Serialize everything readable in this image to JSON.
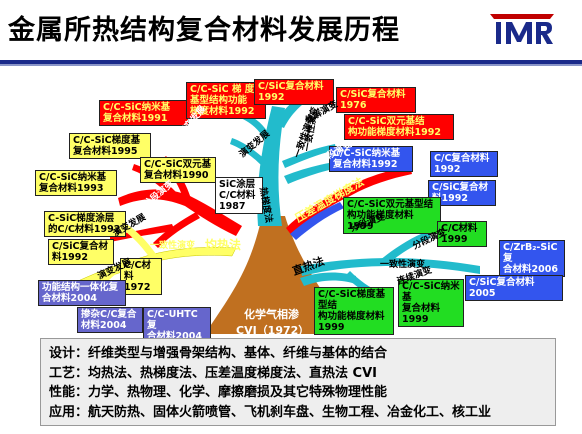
{
  "title": "金属所热结构复合材料发展历程",
  "logo": {
    "text": "IMR"
  },
  "root": {
    "label": "化学气相渗",
    "sub": "CVI（1972）"
  },
  "boxes": [
    {
      "text": "C/C-SiC纳米基\n复合材料1991",
      "color": "red"
    },
    {
      "text": "C/C-SiC 梯 度\n基型结构功能\n梯度材料1992",
      "color": "red"
    },
    {
      "text": "C/SiC复合材料\n1992",
      "color": "red"
    },
    {
      "text": "C/SiC复合材料\n1976",
      "color": "red"
    },
    {
      "text": "C/C-SiC双元基结\n构功能梯度材料1992",
      "color": "red"
    },
    {
      "text": "C/C-SiC梯度基\n复合材料1995",
      "color": "yellow"
    },
    {
      "text": "C/C-SiC纳米基\n复合材料1993",
      "color": "yellow"
    },
    {
      "text": "C/C-SiC双元基\n复合材料1990",
      "color": "yellow"
    },
    {
      "text": "SiC涂层\nC/C材料\n1987",
      "color": "white"
    },
    {
      "text": "C/C-SiC纳米基\n复合材料1992",
      "color": "blue"
    },
    {
      "text": "C/C复合材料\n1992",
      "color": "blue"
    },
    {
      "text": "C/SiC复合材\n料1992",
      "color": "blue"
    },
    {
      "text": "C-SiC梯度涂层\n的C/C材料1992",
      "color": "yellow"
    },
    {
      "text": "C/SiC复合材\n料1992",
      "color": "yellow"
    },
    {
      "text": "C/C-SiC双元基型结\n构功能梯度材料1999",
      "color": "green"
    },
    {
      "text": "C/C材料\n1999",
      "color": "green"
    },
    {
      "text": "C/ZrB₂-SiC复\n合材料2006",
      "color": "blue"
    },
    {
      "text": "C/C材料\n1972",
      "color": "yellow"
    },
    {
      "text": "C/SiC复合材料2005",
      "color": "blue"
    },
    {
      "text": "功能结构一体化复\n合材料2004",
      "color": "purple"
    },
    {
      "text": "C/C-SiC梯度基型结\n构功能梯度材料\n1999",
      "color": "green"
    },
    {
      "text": "C/C-SiC纳米基\n复合材料1999",
      "color": "green"
    },
    {
      "text": "掺杂C/C复合\n材料2004",
      "color": "purple"
    },
    {
      "text": "C/C-UHTC 复\n合材料2004",
      "color": "purple"
    }
  ],
  "branch_labels": [
    "均热法",
    "热梯度法",
    "压差温度梯度法",
    "直热法",
    "一致性演变",
    "分解演变",
    "演变发展",
    "一致性演变",
    "分段演变",
    "一致性演变",
    "分段演变",
    "演变发展",
    "分段演变",
    "一致性演变",
    "分段演变",
    "连续演变",
    "演变发展",
    "演变发展"
  ],
  "bottom": [
    "设计：纤维类型与增强骨架结构、基体、纤维与基体的结合",
    "工艺：均热法、热梯度法、压差温度梯度法、直热法 CVI",
    "性能：力学、热物理、化学、摩擦磨损及其它特殊物理性能",
    "应用：航天防热、固体火箭喷管、飞机刹车盘、生物工程、冶金化工、核工业"
  ],
  "colors": {
    "trunk": "#c07020",
    "rule": "#1a2a8a",
    "teal": "#22bbcc",
    "red": "#ff0000",
    "yellow": "#ffff66"
  }
}
